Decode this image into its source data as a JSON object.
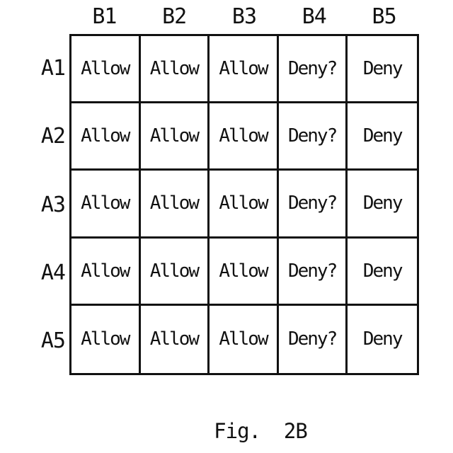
{
  "figure": {
    "caption": "Fig.  2B"
  },
  "matrix": {
    "col_headers": [
      "B1",
      "B2",
      "B3",
      "B4",
      "B5"
    ],
    "row_headers": [
      "A1",
      "A2",
      "A3",
      "A4",
      "A5"
    ],
    "rows": [
      [
        "Allow",
        "Allow",
        "Allow",
        "Deny?",
        "Deny"
      ],
      [
        "Allow",
        "Allow",
        "Allow",
        "Deny?",
        "Deny"
      ],
      [
        "Allow",
        "Allow",
        "Allow",
        "Deny?",
        "Deny"
      ],
      [
        "Allow",
        "Allow",
        "Allow",
        "Deny?",
        "Deny"
      ],
      [
        "Allow",
        "Allow",
        "Allow",
        "Deny?",
        "Deny"
      ]
    ],
    "colors": {
      "line": "#111111",
      "text": "#111111",
      "background": "#ffffff"
    }
  }
}
